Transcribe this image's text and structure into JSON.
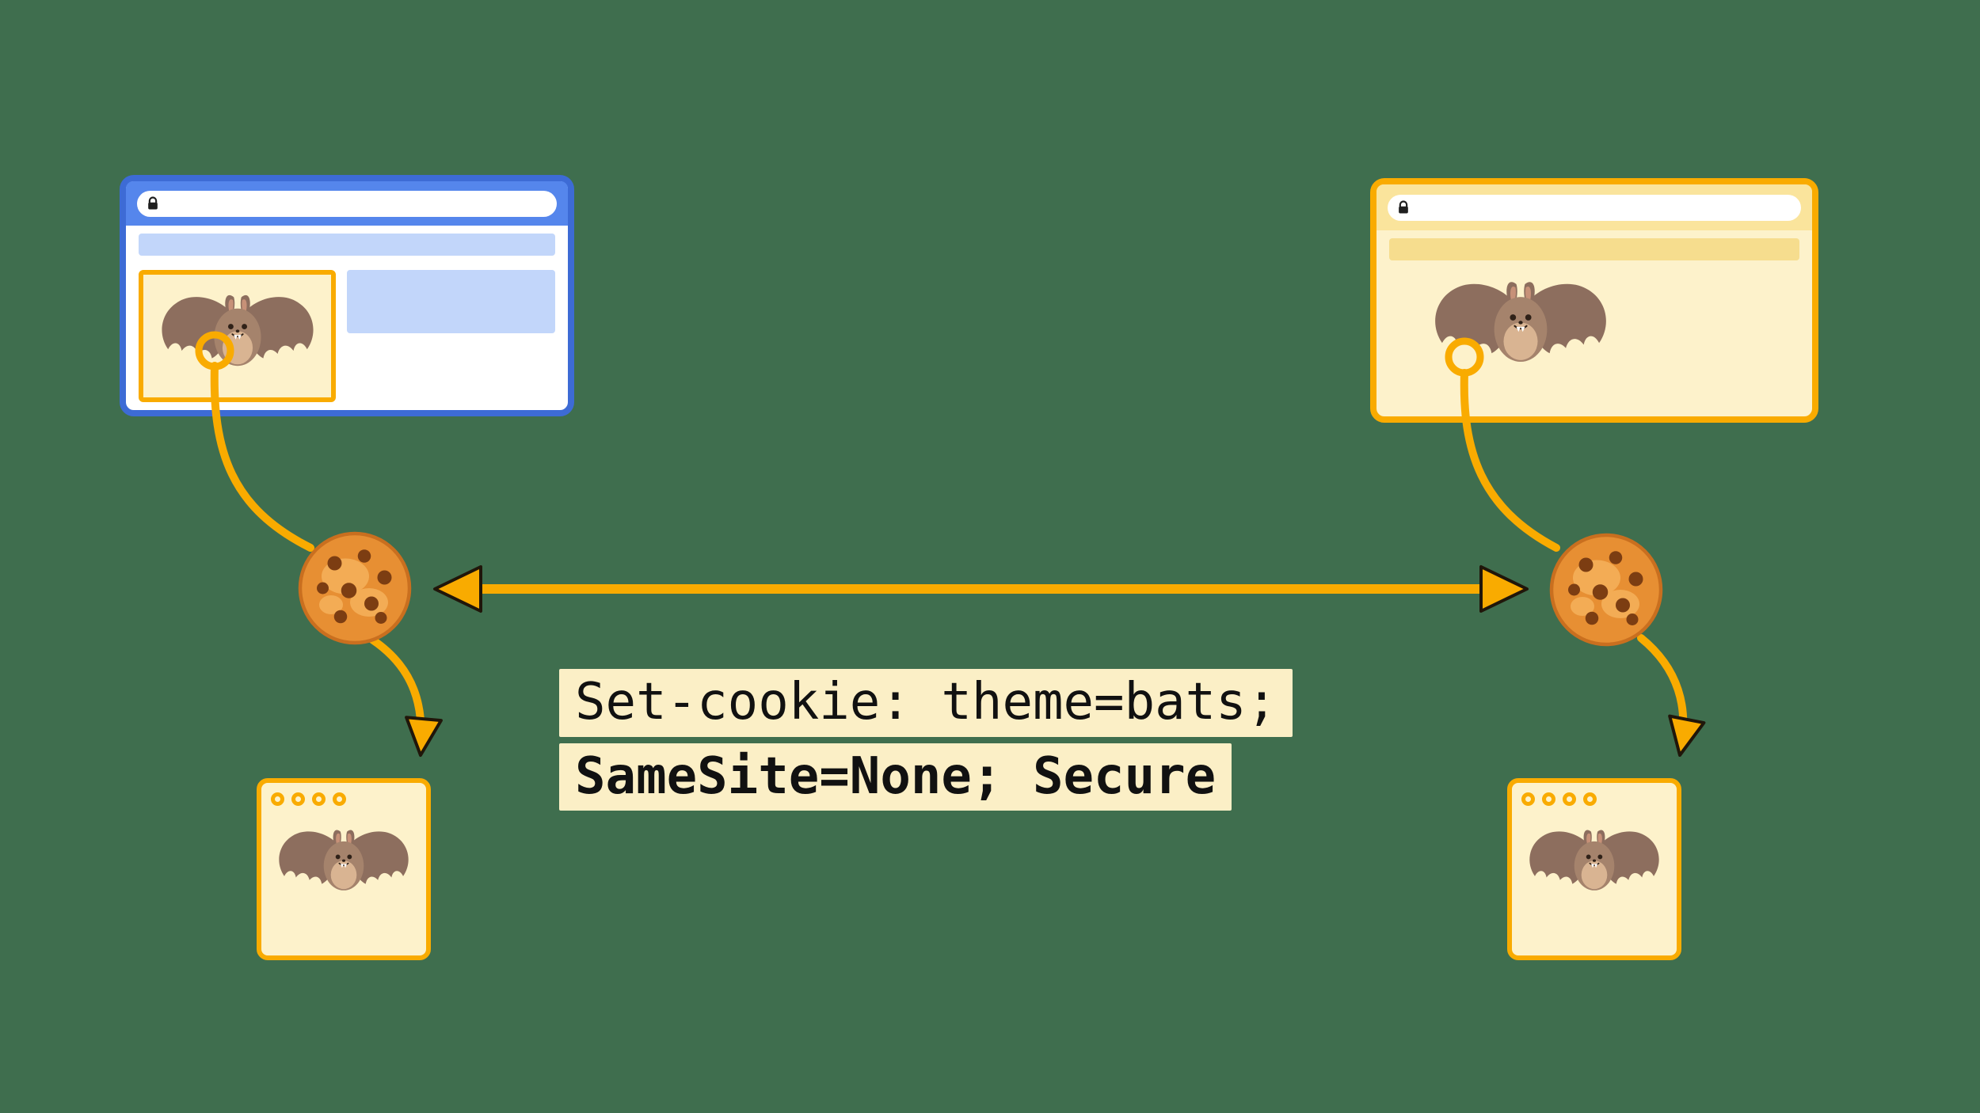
{
  "background_color": "#3F6E4E",
  "palette": {
    "accent_orange": "#F9AB00",
    "blue_border": "#3D6BD5",
    "blue_header": "#5586EC",
    "blue_light": "#C2D6FA",
    "yellow_header": "#FAE49C",
    "yellow_strip": "#F6DD8E",
    "cream_content": "#FDF2CB",
    "code_background": "#FBEFC6",
    "code_text": "#111111"
  },
  "code_annotation": {
    "line1": "Set-cookie: theme=bats;",
    "line2": "SameSite=None; Secure"
  },
  "icons": {
    "lock": "lock-icon",
    "bat": "bat-image",
    "cookie": "cookie-icon"
  }
}
